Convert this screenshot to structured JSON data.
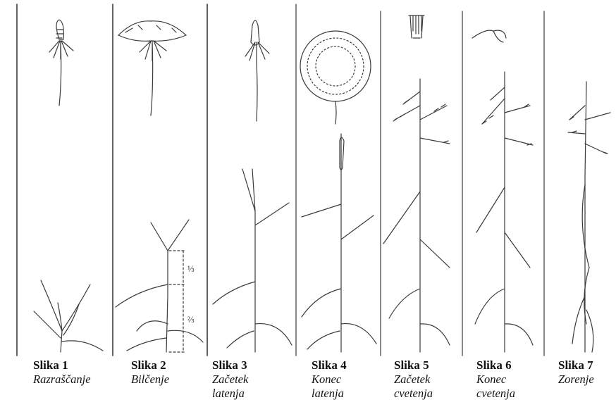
{
  "stages": [
    {
      "title": "Slika 1",
      "desc": "Razraščanje"
    },
    {
      "title": "Slika 2",
      "desc": "Bilčenje"
    },
    {
      "title": "Slika 3",
      "desc": "Začetek latenja"
    },
    {
      "title": "Slika 4",
      "desc": "Konec latenja"
    },
    {
      "title": "Slika 5",
      "desc": "Začetek cvetenja"
    },
    {
      "title": "Slika 6",
      "desc": "Konec cvetenja"
    },
    {
      "title": "Slika 7",
      "desc": "Zorenje"
    }
  ],
  "fractions": {
    "upper": "⅓",
    "lower": "⅔"
  },
  "colors": {
    "ink": "#3a3a3a",
    "bg": "#ffffff",
    "caption": "#111111"
  }
}
